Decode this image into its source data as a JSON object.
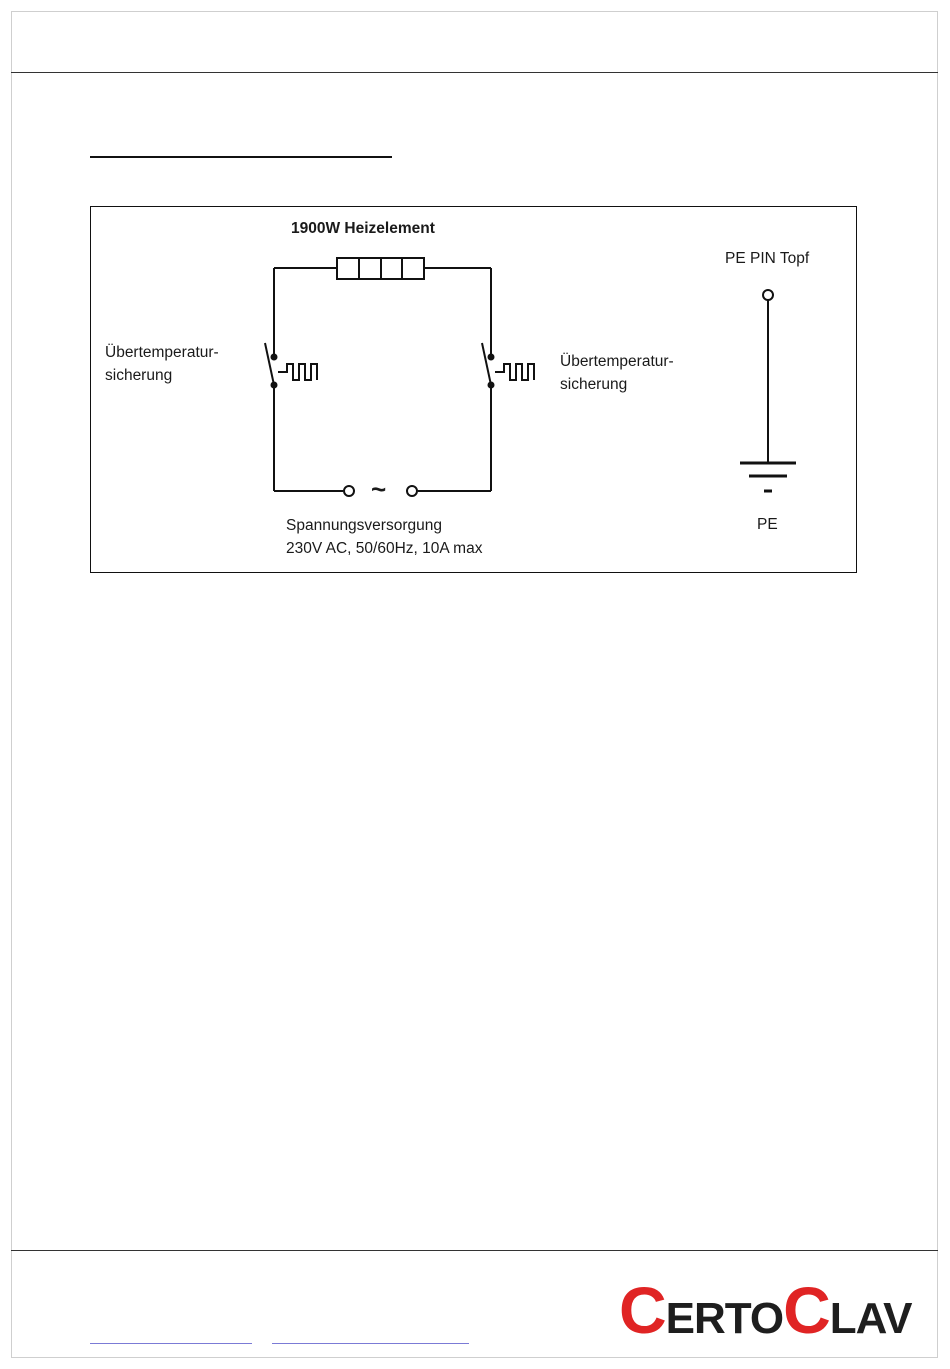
{
  "diagram": {
    "heater_label": "1900W Heizelement",
    "fuse_left_line1": "Übertemperatur-",
    "fuse_left_line2": "sicherung",
    "fuse_right_line1": "Übertemperatur-",
    "fuse_right_line2": "sicherung",
    "ac_symbol": "~",
    "supply_line1": "Spannungsversorgung",
    "supply_line2": "230V AC, 50/60Hz, 10A max",
    "pe_pin_label": "PE PIN Topf",
    "pe_label": "PE"
  },
  "footer": {
    "logo_c1": "C",
    "logo_part1": "ERTO",
    "logo_c2": "C",
    "logo_part2": "LAV",
    "logo_color_accent": "#e02424",
    "logo_color_text": "#1e1e1e"
  }
}
